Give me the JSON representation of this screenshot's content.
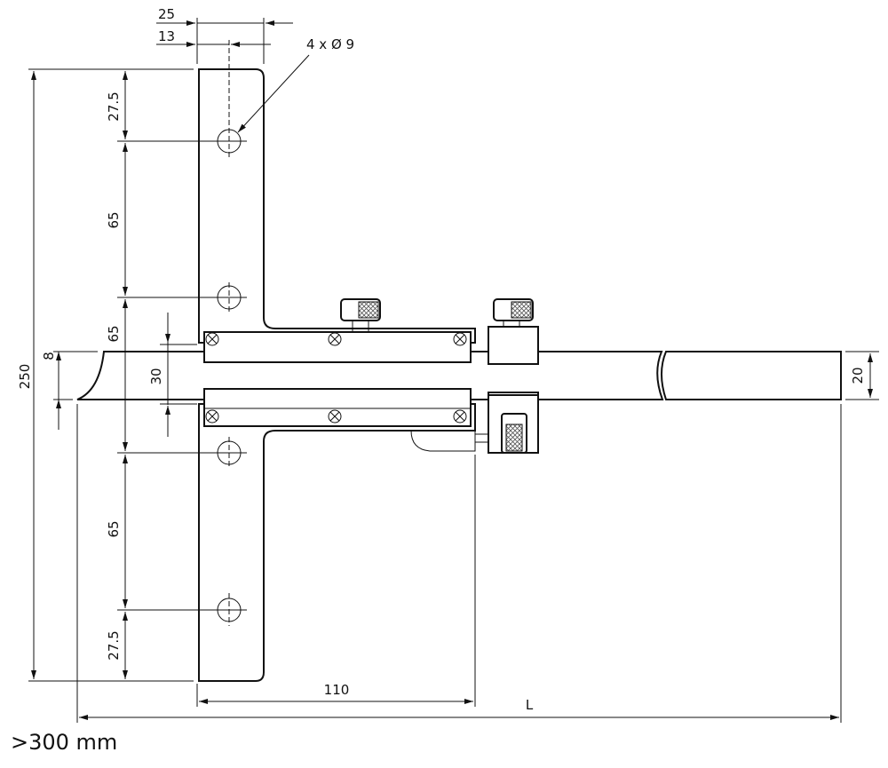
{
  "caption": ">300 mm",
  "dims": {
    "offset_25": "25",
    "offset_13": "13",
    "holes": "4 x Ø 9",
    "total_height": "250",
    "top_27_5": "27.5",
    "top_65": "65",
    "mid_65": "65",
    "bottom_65": "65",
    "bottom_27_5": "27.5",
    "gap_8": "8",
    "gap_30": "30",
    "beam_20": "20",
    "width_110": "110",
    "length_L": "L"
  },
  "colors": {
    "line": "#111111",
    "knurl": "#888888"
  }
}
